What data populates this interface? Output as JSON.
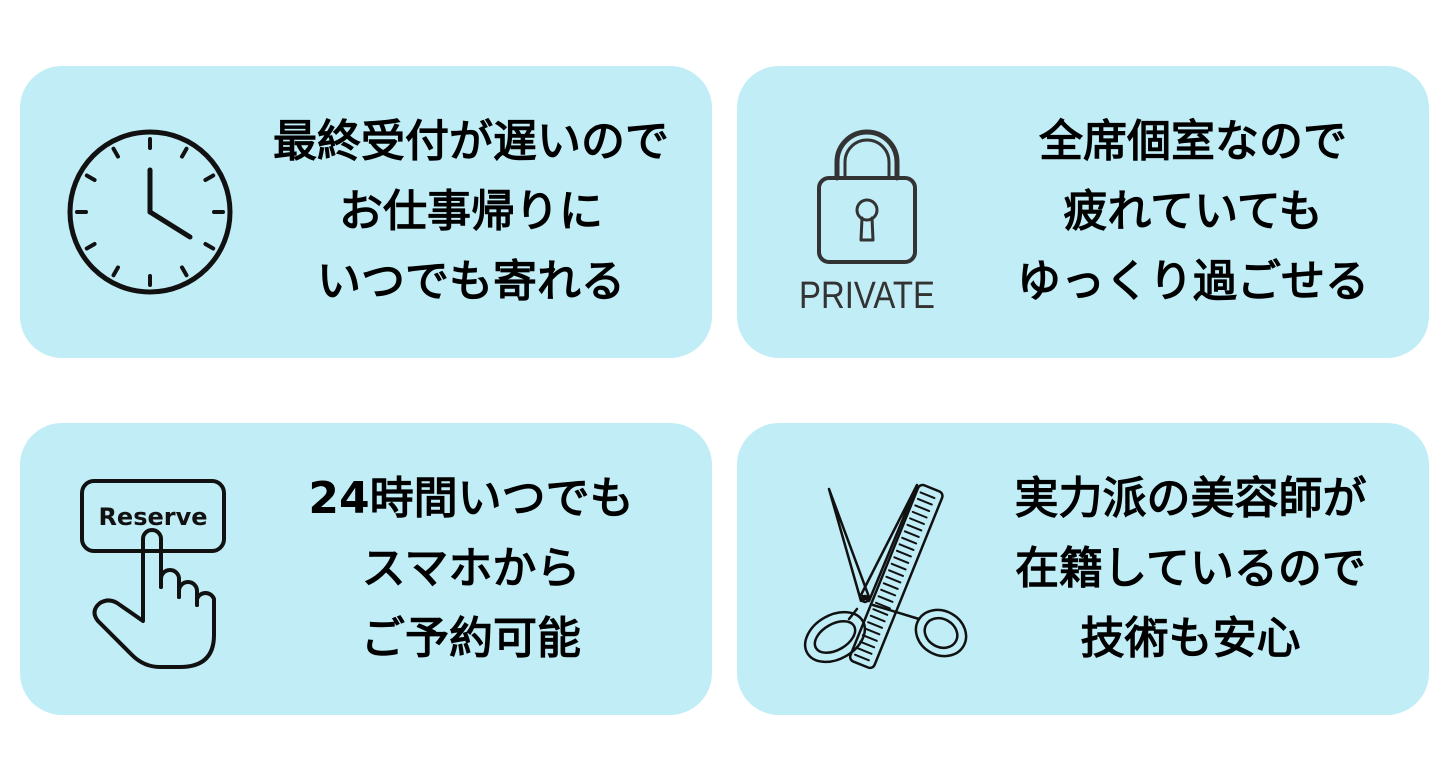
{
  "colors": {
    "card_background": "#c1edf6",
    "page_background": "#ffffff",
    "ink": "#000000"
  },
  "cards": [
    {
      "icon": "clock-icon",
      "lines": [
        "最終受付が遅いので",
        "お仕事帰りに",
        "いつでも寄れる"
      ]
    },
    {
      "icon": "padlock-icon",
      "icon_label": "PRIVATE",
      "lines": [
        "全席個室なので",
        "疲れていても",
        "ゆっくり過ごせる"
      ]
    },
    {
      "icon": "reserve-button-icon",
      "icon_label": "Reserve",
      "lines": [
        "24時間いつでも",
        "スマホから",
        "ご予約可能"
      ]
    },
    {
      "icon": "scissors-comb-icon",
      "lines": [
        "実力派の美容師が",
        "在籍しているので",
        "技術も安心"
      ]
    }
  ]
}
